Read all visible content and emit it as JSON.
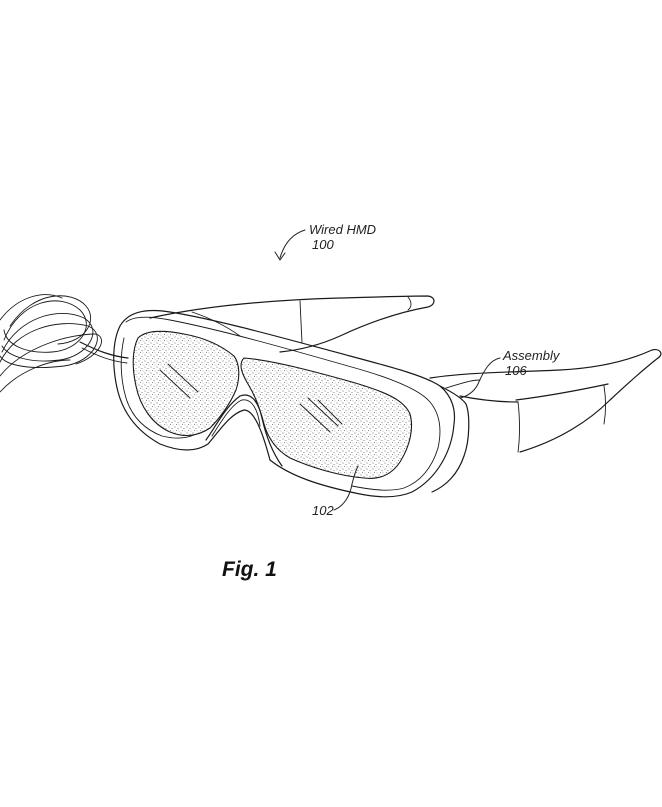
{
  "figure": {
    "caption": "Fig. 1",
    "labels": {
      "hmd_name": "Wired HMD",
      "hmd_ref": "100",
      "lens_ref": "102",
      "assembly_name": "Assembly",
      "assembly_ref": "106"
    }
  },
  "colors": {
    "ink": "#1a1a1a",
    "background": "#ffffff",
    "lens_stipple": "#555555"
  }
}
